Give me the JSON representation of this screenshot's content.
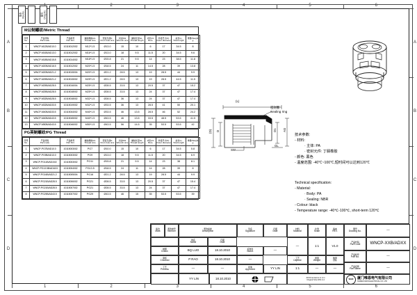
{
  "sheet": {
    "zones_top": [
      "1",
      "2",
      "3",
      "4",
      "5",
      "6"
    ],
    "zones_bottom": [
      "1",
      "2",
      "3",
      "4",
      "5",
      "6"
    ],
    "zones_left": [
      "A",
      "B",
      "C",
      "D"
    ],
    "zones_right": [
      "A",
      "B",
      "C",
      "D"
    ]
  },
  "corner_boxes": [
    {
      "cn": "版本",
      "en": "Rev.No."
    },
    {
      "cn": "图号",
      "en": "Drwg.No."
    }
  ],
  "tables": [
    {
      "id": "metric",
      "title": "M公制螺纹/Metric Thread",
      "columns": [
        {
          "cn": "序号",
          "en": "No."
        },
        {
          "cn": "产品代码",
          "en": "Part code"
        },
        {
          "cn": "产品料号",
          "en": "Part NO."
        },
        {
          "cn": "螺纹规格AG",
          "en": "Thread size"
        },
        {
          "cn": "安装孔径D",
          "en": "Fit-in hole size"
        },
        {
          "cn": "对边SW",
          "en": "Wrench size"
        },
        {
          "cn": "螺纹长度GL",
          "en": "Thread length"
        },
        {
          "cn": "内孔D1",
          "en": "Bore"
        },
        {
          "cn": "外径尺寸(D)",
          "en": "Outer diameter"
        },
        {
          "cn": "总长(L)",
          "en": "Total length"
        },
        {
          "cn": "重量/Weight",
          "en": "g"
        }
      ],
      "rows": [
        [
          "1",
          "WNCP-M12B/AD10.0",
          "10115012002",
          "M12*1.5",
          "Ø13.0",
          "15",
          "10",
          "6",
          "17",
          "34.5",
          "8"
        ],
        [
          "2",
          "WNCP-M16B/AD13.0",
          "10115012002",
          "M16*1.5",
          "Ø13.0",
          "18",
          "9.5",
          "11.5",
          "20",
          "34.5",
          "9.6"
        ],
        [
          "3",
          "WNCP-M18B/AD15.8",
          "10115014002",
          "M18*1.5",
          "Ø15.8",
          "21",
          "9.5",
          "14",
          "23",
          "38.5",
          "11.8"
        ],
        [
          "4",
          "WNCP-M20B/AD16.5",
          "10115012002",
          "M20*1.5",
          "Ø18.5",
          "24",
          "11",
          "14.5",
          "28",
          "39",
          "13.8"
        ],
        [
          "5",
          "WNCP-M20B/AD21.2",
          "10115015004",
          "M20*1.5",
          "Ø21.2",
          "28.5",
          "13",
          "19",
          "28.5",
          "44",
          "9.9"
        ],
        [
          "6",
          "WNCP-M25B/AD21.2",
          "10115015002",
          "M25*1.5",
          "Ø21.2",
          "28.5",
          "13",
          "19",
          "28.5",
          "44.5",
          "11.5"
        ],
        [
          "7",
          "WNCP-M25B/AD28.5",
          "10115016004",
          "M25*1.5",
          "Ø28.5",
          "33.5",
          "13",
          "20.5",
          "37",
          "47",
          "15.2"
        ],
        [
          "8",
          "WNCP-M25B/AD28.5",
          "10115018002",
          "M25*1.5",
          "Ø28.5",
          "33.5",
          "13",
          "24",
          "37",
          "47",
          "17.4"
        ],
        [
          "9",
          "WNCP-M32B/AD28.5",
          "10115018002",
          "M32*1.5",
          "Ø28.5",
          "36",
          "13",
          "24",
          "37",
          "47",
          "17.4"
        ],
        [
          "10",
          "WNCP-M32B/AD33.5",
          "10115019002",
          "M32*1.5",
          "Ø33.5",
          "36",
          "13",
          "28.5",
          "41",
          "50",
          "20.1"
        ],
        [
          "11",
          "WNCP-M40B/AD33.5",
          "10115044002",
          "M40*1.5",
          "Ø33.5",
          "46",
          "13.5",
          "28.5",
          "46",
          "52",
          "24.2"
        ],
        [
          "12",
          "WNCP-M40B/AD43.5",
          "10115045002",
          "M40*1.5",
          "Ø43.5",
          "46",
          "13.5",
          "33.5",
          "48.5",
          "53.5",
          "41.5"
        ],
        [
          "13",
          "WNCP-M50B/AD43.5",
          "10115046002",
          "M50*1.5",
          "Ø43.5",
          "56",
          "14.5",
          "35",
          "53.5",
          "53.5",
          "42"
        ]
      ]
    },
    {
      "id": "pg",
      "title": "PG英制螺纹/PG Thread",
      "columns": [
        {
          "cn": "序号",
          "en": "No."
        },
        {
          "cn": "产品代码",
          "en": "Part code"
        },
        {
          "cn": "产品料号",
          "en": "Part NO."
        },
        {
          "cn": "螺纹规格AG",
          "en": "Thread size"
        },
        {
          "cn": "安装孔径D",
          "en": "Fit-in hole size"
        },
        {
          "cn": "对边SW",
          "en": "Wrench size"
        },
        {
          "cn": "螺纹长度GL",
          "en": "Thread length"
        },
        {
          "cn": "内孔D1",
          "en": "Bore"
        },
        {
          "cn": "外径尺寸(D)",
          "en": "Outer diameter"
        },
        {
          "cn": "总长(L)",
          "en": "Total length"
        },
        {
          "cn": "重量/Weight",
          "en": "g"
        }
      ],
      "rows": [
        [
          "1",
          "WNCP-PG7B/AD10.0",
          "10115003002",
          "PG7",
          "Ø10.0",
          "15",
          "10",
          "6",
          "17",
          "34.5",
          "5.8"
        ],
        [
          "2",
          "WNCP-PG9B/AD13.0",
          "10115003002",
          "PG9",
          "Ø13.0",
          "18",
          "9.5",
          "11.5",
          "20",
          "34.5",
          "6.9"
        ],
        [
          "3",
          "WNCP-PG11B/AD15.8",
          "10115003002",
          "PG11",
          "Ø15.8",
          "21",
          "9.5",
          "14",
          "23",
          "38",
          "8.1"
        ],
        [
          "4",
          "WNCP-PG13.5B/AD18.5",
          "10115004002",
          "PG13.5",
          "Ø18.5",
          "24",
          "11",
          "14",
          "28",
          "39",
          "8"
        ],
        [
          "5",
          "WNCP-PG16B/AD21.2",
          "10115005004",
          "PG16",
          "Ø21.2",
          "28.5",
          "13",
          "19",
          "28.5",
          "44",
          "9.9"
        ],
        [
          "6",
          "WNCP-PG21B/AD28.5",
          "10115006002",
          "PG21",
          "Ø28.5",
          "33.5",
          "13",
          "20.5",
          "37",
          "47",
          "15.4"
        ],
        [
          "7",
          "WNCP-PG21B/AD28.5",
          "10115007002",
          "PG21",
          "Ø28.5",
          "33.5",
          "13",
          "24",
          "37",
          "47",
          "17.4"
        ],
        [
          "8",
          "WNCP-PG29B/AD43.5",
          "10115007002",
          "PG29",
          "Ø43.5",
          "46",
          "15",
          "35",
          "53.5",
          "53.5",
          "39"
        ]
      ]
    }
  ],
  "drawing": {
    "dim_L": "(L)",
    "dim_D_outer": "(D)",
    "dim_D": "D",
    "dim_D1": "D1",
    "dim_AG": "AG",
    "dim_SW": "SW",
    "dim_GL": "GL",
    "sealing_cn": "密封圈",
    "sealing_en": "Sealing ring"
  },
  "tech_spec_cn": {
    "title": "技术参数:",
    "lines": [
      "- 材料:",
      "·  主体: PA",
      "·  密封元件: 丁腈橡胶",
      "- 颜色: 黑色",
      "- 温度范围: -40℃~100℃,短时间可以达到120℃"
    ]
  },
  "tech_spec_en": {
    "title": "Technical specification:",
    "lines": [
      "-  Material:",
      "·  Body: PA",
      "·  Sealing: NBR",
      "-  Colour: black",
      "-  Temperature range: -40℃-100℃, short-term 120℃"
    ]
  },
  "title_block": {
    "rev_mark": {
      "cn": "版次",
      "en": "Mark"
    },
    "rev_number": {
      "cn": "更改单号",
      "en": "Number"
    },
    "description": {
      "cn": "更改描述",
      "en": "Description"
    },
    "signature": {
      "cn": "签名",
      "en": "Signature"
    },
    "date_hdr": {
      "cn": "日期",
      "en": "Date"
    },
    "name_hdr": {
      "cn": "姓名",
      "en": "Name"
    },
    "date_hdr2": {
      "cn": "日期",
      "en": "Date"
    },
    "drawn": {
      "cn": "制图",
      "en": "Drawn"
    },
    "checked": {
      "cn": "审核",
      "en": "Checked"
    },
    "process": {
      "cn": "工艺",
      "en": "Process"
    },
    "standard": {
      "cn": "标准化",
      "en": "Stand."
    },
    "approved": {
      "cn": "批准",
      "en": "Approved"
    },
    "drawn_name": "BQ LUO",
    "drawn_date": "18.10.2010",
    "checked_name": "P RAO",
    "checked_date": "18.10.2010",
    "process_name": "—",
    "process_date": "—",
    "standard_name": "—",
    "standard_date": "—",
    "approved_name": "YY LIN",
    "approved_date": "18.10.2010",
    "material": {
      "cn": "材料",
      "en": "Material"
    },
    "material_val": "—",
    "capture": {
      "cn": "工艺",
      "en": "Capture"
    },
    "weight": {
      "cn": "重量",
      "en": "Weight"
    },
    "weight_val": "—",
    "qty": {
      "cn": "数量",
      "en": "Qty."
    },
    "qty_val": "—",
    "scale": {
      "cn": "比例",
      "en": "Scale"
    },
    "scale_val": "1:1",
    "rev": {
      "cn": "版本",
      "en": "REV."
    },
    "rev_val": "V1.0",
    "drawing_no": {
      "cn": "图号",
      "en": "Drawing No."
    },
    "drawing_no_val": "—",
    "part_code": {
      "cn": "产品代码",
      "en": "Part Code"
    },
    "part_code_val": "WNCP-XXB/ADXX",
    "part_no": {
      "cn": "产品料号",
      "en": "Part No."
    },
    "part_no_val": "—",
    "part_name": {
      "cn": "产品名称",
      "en": "Part Name"
    },
    "part_name_val": "—",
    "unit_note_1": "All Dimensions in mm",
    "unit_note_2": "Orignal Size DIN A 4",
    "unit_note_cn": "单位/mm",
    "company_cn": "厦门唯恩电气有限公司",
    "company_en": "XIAMEN WAIN ELECTRICAL CO.,LTD",
    "logo_text": "WAIN"
  }
}
